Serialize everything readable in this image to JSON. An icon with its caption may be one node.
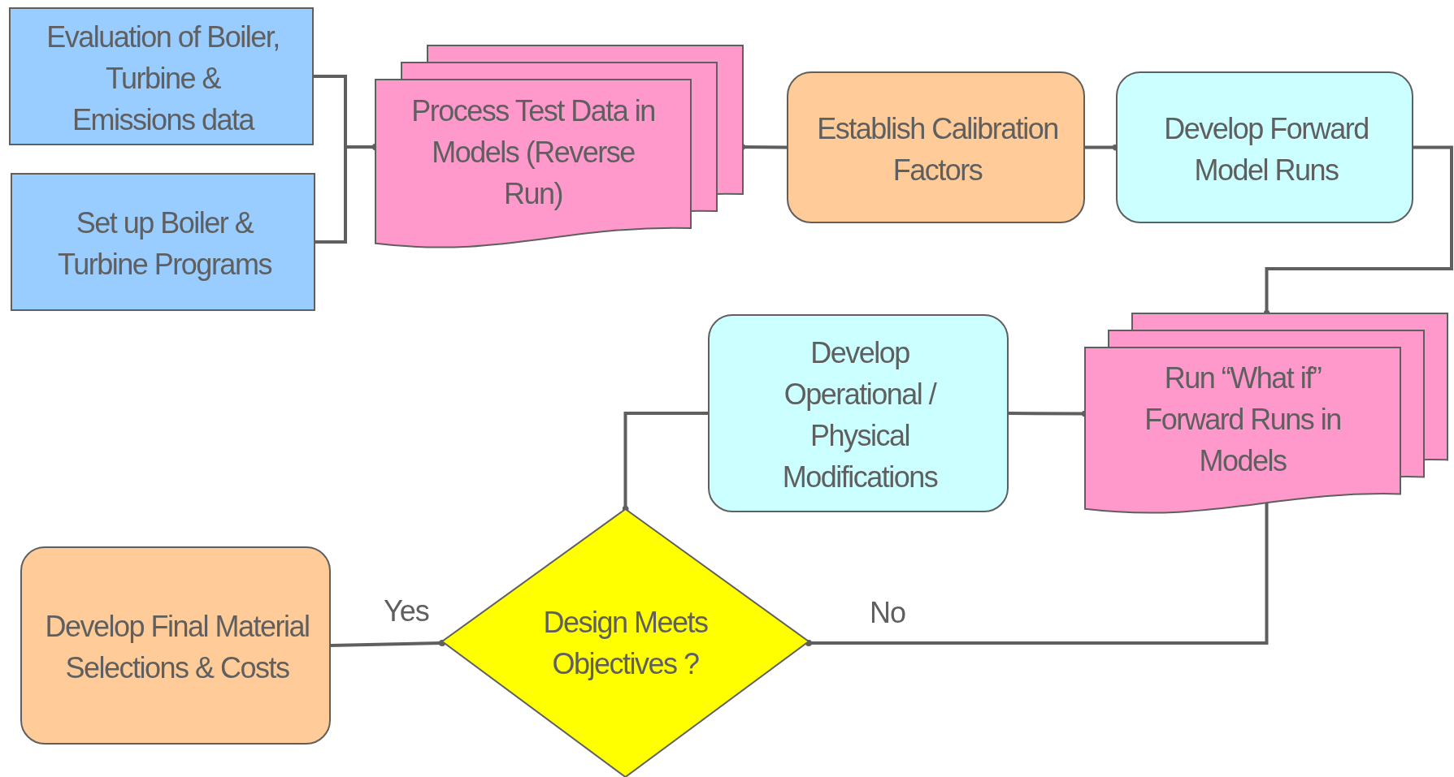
{
  "diagram": {
    "nodes": [
      {
        "text": [
          "Evaluation of Boiler, Turbine & Emissions data"
        ]
      },
      {
        "text": [
          "Set up Boiler & Turbine Programs"
        ]
      },
      {
        "text": [
          "Process Test Data in Models (Reverse Run)"
        ]
      },
      {
        "text": [
          "Establish Calibration Factors"
        ]
      },
      {
        "text": [
          "Develop Forward Model Runs"
        ]
      },
      {
        "text": [
          "Run “What if” Forward Runs in Models"
        ]
      },
      {
        "text": [
          "Develop Operational / Physical Modifications"
        ]
      },
      {
        "text": [
          "Design Meets Objectives ?"
        ]
      },
      {
        "text": [
          "Develop Final Material Selections & Costs"
        ]
      }
    ],
    "edges": [
      {
        "from": 0,
        "to": 2,
        "arrow": "other"
      },
      {
        "from": 1,
        "to": 2,
        "arrow": "other"
      },
      {
        "from": 3,
        "to": 2,
        "arrow": "other"
      },
      {
        "from": 3,
        "to": 4,
        "arrow": "other"
      },
      {
        "from": 4,
        "to": 5,
        "arrow": "other"
      },
      {
        "from": 6,
        "to": 5,
        "arrow": "other"
      },
      {
        "from": 6,
        "to": 7,
        "arrow": "other"
      },
      {
        "from": 5,
        "to": 7,
        "arrow": "other",
        "label": "No"
      },
      {
        "from": 8,
        "to": 7,
        "arrow": "other",
        "label": "Yes"
      }
    ]
  }
}
